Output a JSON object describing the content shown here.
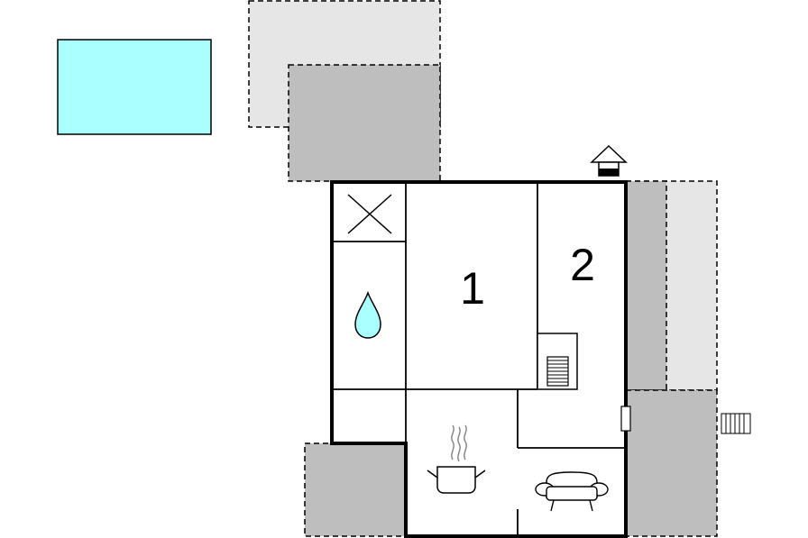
{
  "rooms": [
    {
      "number": "1",
      "type": "bedroom"
    },
    {
      "number": "2",
      "type": "bedroom"
    }
  ],
  "features": [
    {
      "icon": "pool-icon"
    },
    {
      "icon": "entrance-icon"
    },
    {
      "icon": "stairs-icon"
    },
    {
      "icon": "fence-icon"
    },
    {
      "icon": "shower-icon"
    },
    {
      "icon": "toilet-icon"
    },
    {
      "icon": "cooking-pot-icon"
    },
    {
      "icon": "sofa-icon"
    }
  ],
  "colors": {
    "pool": "#aaffff",
    "terrace_light": "#e6e6e6",
    "terrace_dark": "#bebebe",
    "wall": "#000000",
    "water_drop": "#aaffff"
  }
}
